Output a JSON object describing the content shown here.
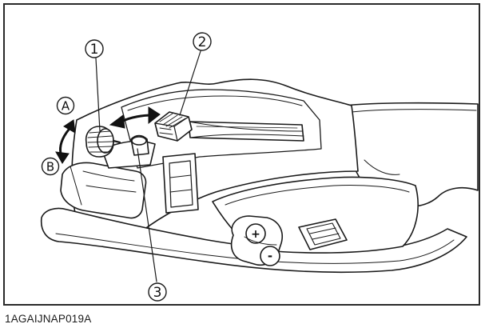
{
  "callouts": {
    "c1": "1",
    "c2": "2",
    "c3": "3",
    "a": "A",
    "b": "B"
  },
  "switch_signs": {
    "plus": "+",
    "minus": "-"
  },
  "caption": "1AGAIJNAP019A"
}
